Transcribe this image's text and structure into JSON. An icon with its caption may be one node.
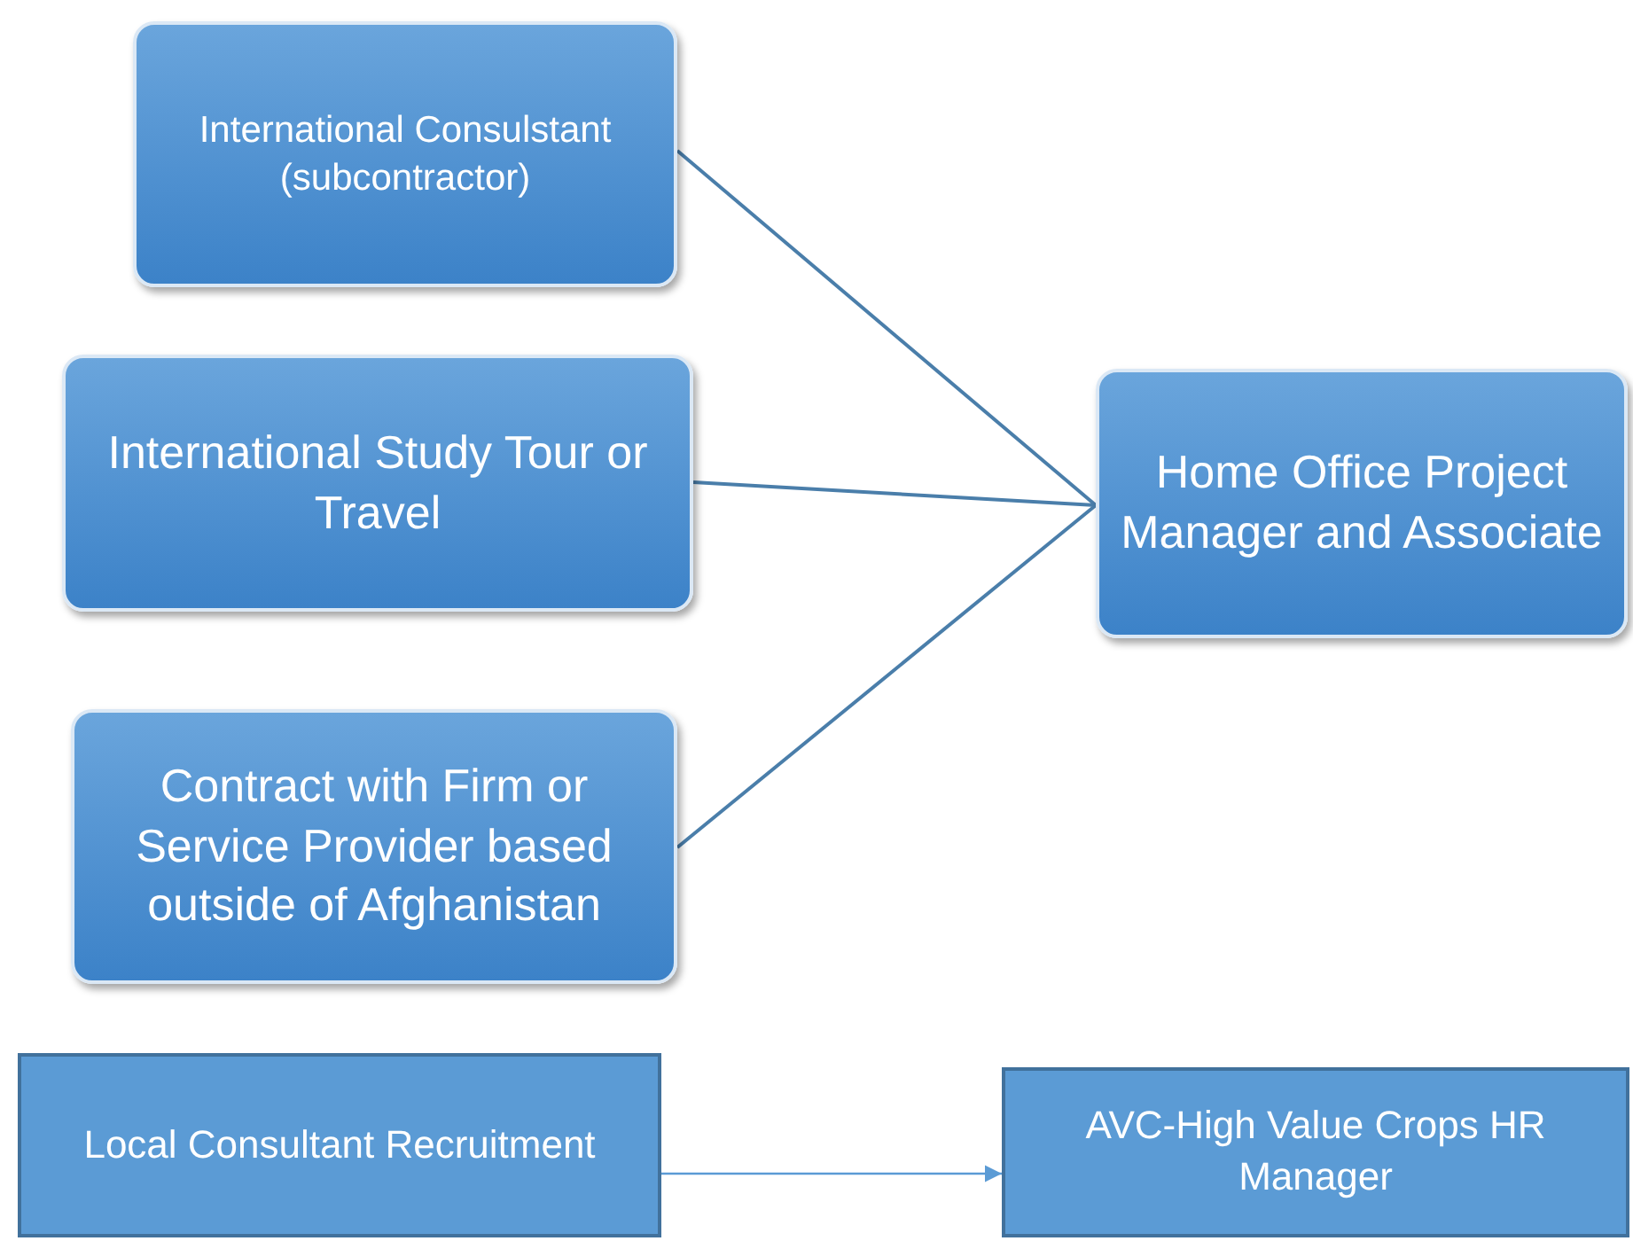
{
  "diagram": {
    "nodes": [
      {
        "text": [
          "International Consulstant (subcontractor)"
        ]
      },
      {
        "text": [
          "International Study Tour or Travel"
        ]
      },
      {
        "text": [
          "Contract with Firm or Service Provider based outside of Afghanistan"
        ]
      },
      {
        "text": [
          "Home Office Project Manager and Associate"
        ]
      },
      {
        "text": [
          "Local Consultant Recruitment"
        ]
      },
      {
        "text": [
          "AVC-High Value Crops HR Manager"
        ]
      }
    ],
    "edges": [
      {
        "from": 0,
        "to": 3,
        "arrow": "none"
      },
      {
        "from": 1,
        "to": 3,
        "arrow": "none"
      },
      {
        "from": 2,
        "to": 3,
        "arrow": "none"
      },
      {
        "from": 4,
        "to": 5,
        "arrow": "to"
      }
    ]
  }
}
